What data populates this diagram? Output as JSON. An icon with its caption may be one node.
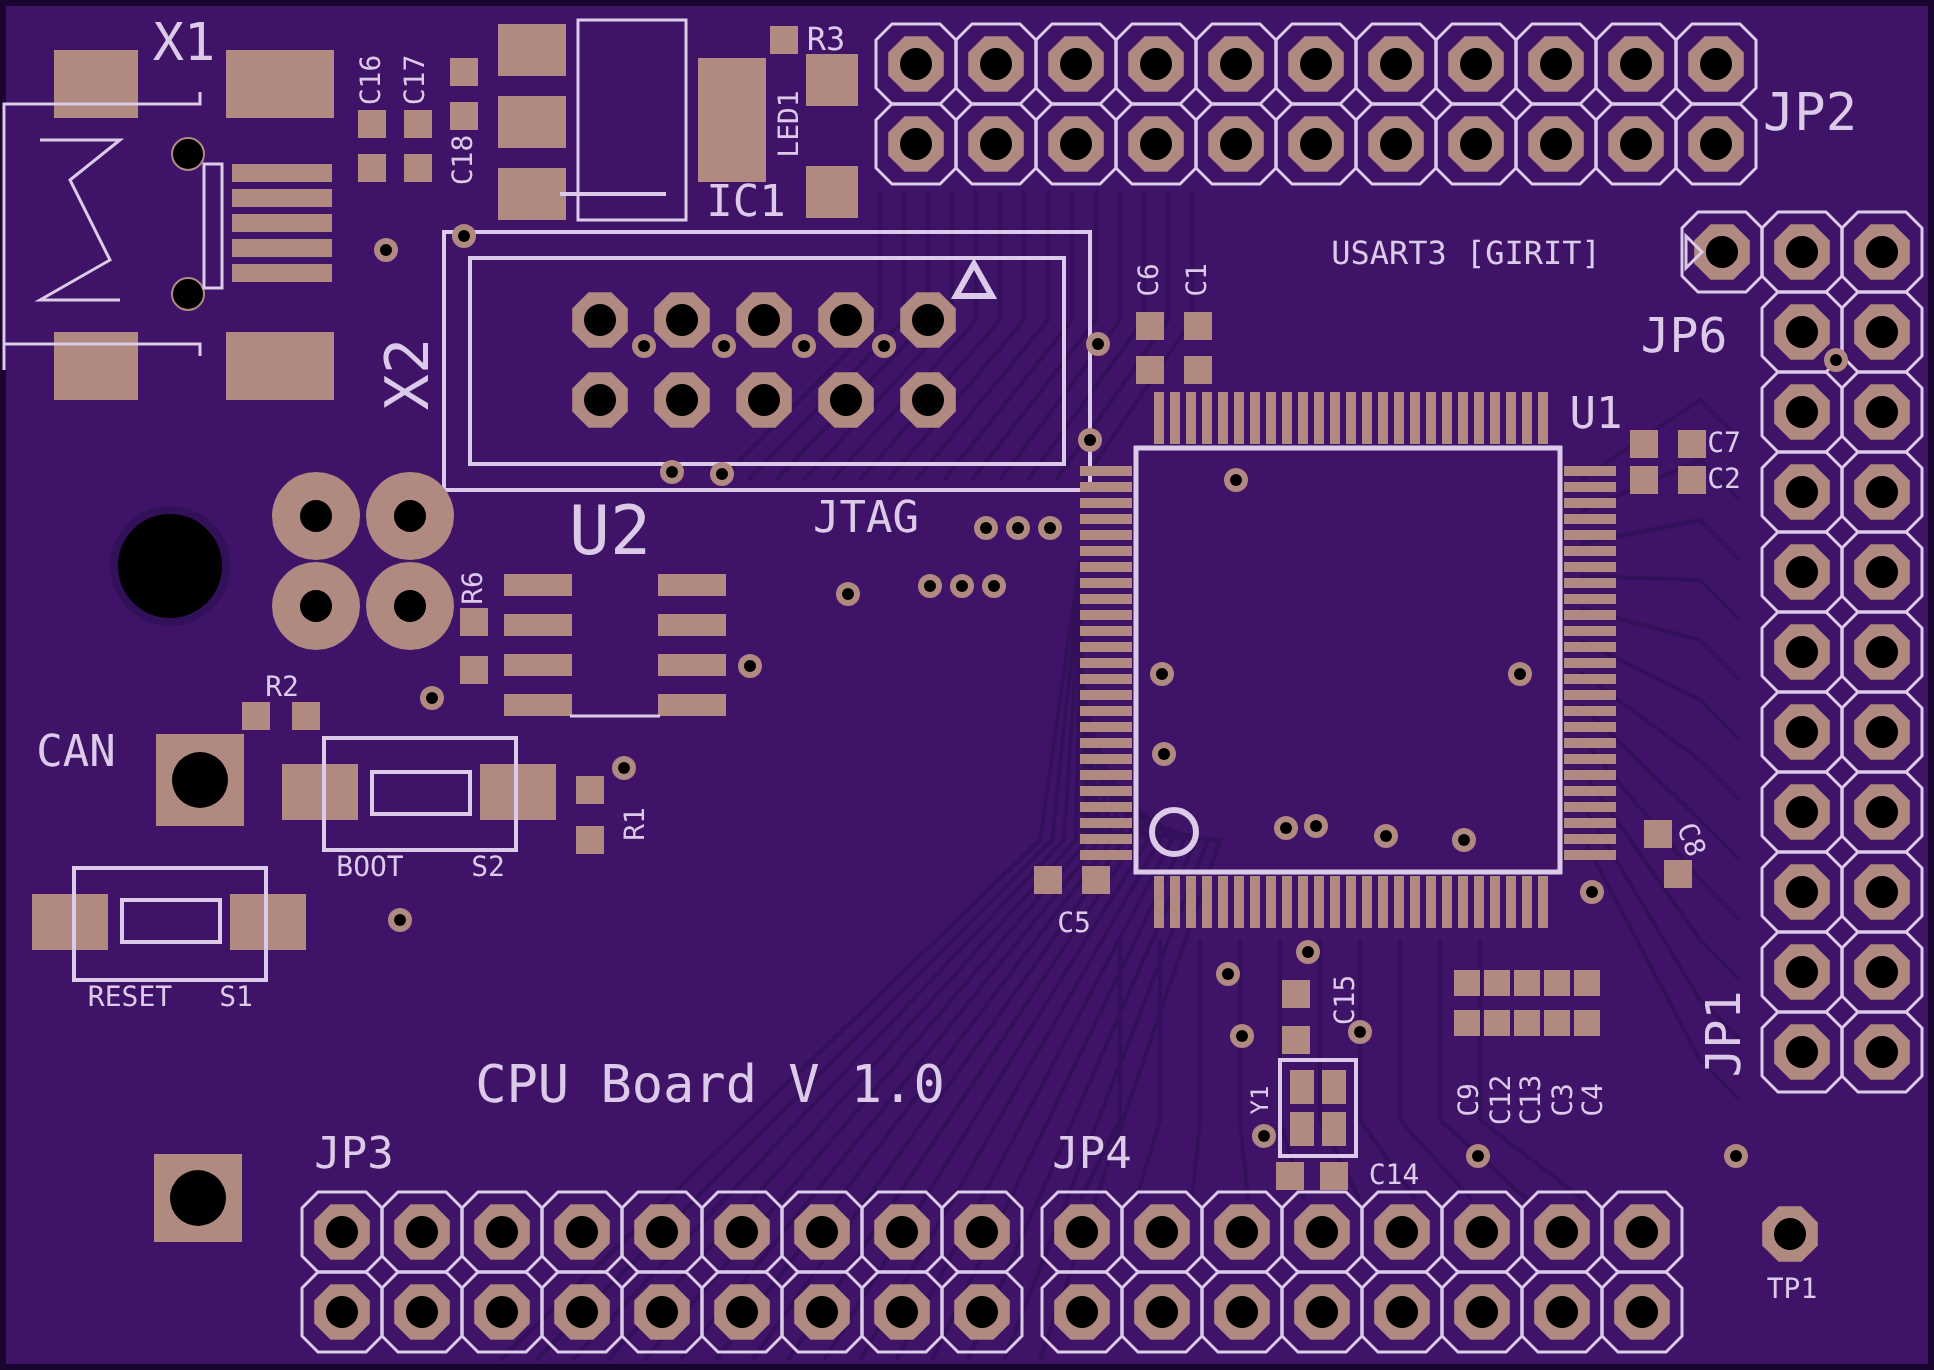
{
  "diagram": {
    "labels": [
      "X1",
      "C16",
      "C17",
      "R3",
      "C18",
      "LED1",
      "IC1",
      "JP2",
      "USART3 [GIRIT]",
      "JP6",
      "C6",
      "C1",
      "X2",
      "U1",
      "C7",
      "C2",
      "U2",
      "JTAG",
      "R6",
      "R2",
      "CAN",
      "R1",
      "BOOT",
      "S2",
      "C8",
      "C5",
      "RESET",
      "S1",
      "C15",
      "Y1",
      "C9",
      "C12",
      "C13",
      "C3",
      "C4",
      "JP1",
      "CPU Board V 1.0",
      "JP3",
      "JP4",
      "C14",
      "TP1"
    ]
  }
}
